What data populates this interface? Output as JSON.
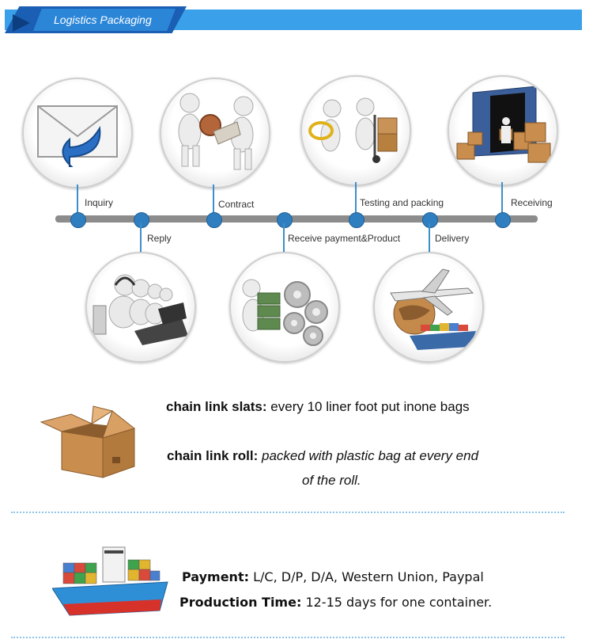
{
  "header": {
    "title": "Logistics Packaging"
  },
  "timeline": {
    "steps": [
      {
        "label": "Inquiry"
      },
      {
        "label": "Reply"
      },
      {
        "label": "Contract"
      },
      {
        "label": "Receive payment&Product"
      },
      {
        "label": "Testing and packing"
      },
      {
        "label": "Delivery"
      },
      {
        "label": "Receiving"
      }
    ],
    "icons": [
      "envelope-reply-icon",
      "headset-operators-icon",
      "handshake-contract-icon",
      "money-gears-icon",
      "magnifier-cart-icon",
      "airplane-globe-ship-icon",
      "container-boxes-icon"
    ]
  },
  "packing": {
    "slats_label": "chain link slats:",
    "slats_value": "every 10 liner foot put inone bags",
    "roll_label": "chain link roll:",
    "roll_value_line1": "packed with plastic bag at every end",
    "roll_value_line2": "of the roll."
  },
  "payment": {
    "payment_label": "Payment:",
    "payment_value": "L/C, D/P, D/A, Western Union, Paypal",
    "production_label": "Production Time:",
    "production_value": "12-15 days for one container."
  },
  "colors": {
    "banner": "#3aa0ea",
    "banner_dark": "#1a5fb4",
    "timeline_dot": "#2f7fc0",
    "track": "#8c8c8c"
  }
}
